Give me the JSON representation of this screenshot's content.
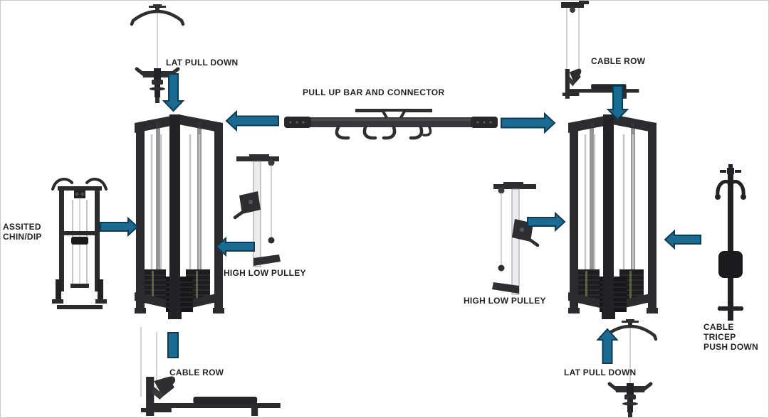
{
  "title": "Gym tower attachment diagram",
  "colors": {
    "background": "#ffffff",
    "arrow_fill": "#1a6a91",
    "arrow_outline": "#0d3a55",
    "machine_dark": "#2c2c2f",
    "guide_rod_light": "#c6c6c9",
    "label_text": "#242427"
  },
  "labels": {
    "lat_pull_down_top_left": "LAT PULL DOWN",
    "pull_up_bar_connector": "PULL UP BAR AND CONNECTOR",
    "cable_row_top_right": "CABLE ROW",
    "assisted_chin_dip": "ASSITED\nCHIN/DIP",
    "high_low_pulley_left": "HIGH LOW PULLEY",
    "high_low_pulley_right": "HIGH LOW PULLEY",
    "cable_tricep_push_down": "CABLE TRICEP\nPUSH DOWN",
    "cable_row_bottom_left": "CABLE ROW",
    "lat_pull_down_bottom_right": "LAT PULL DOWN"
  },
  "stations": [
    {
      "label": "LAT PULL DOWN",
      "position": "top-left",
      "arrow": "down",
      "target": "left-tower"
    },
    {
      "label": "PULL UP BAR AND CONNECTOR",
      "position": "top-center",
      "arrow": "left-and-right",
      "target": "both-towers"
    },
    {
      "label": "CABLE ROW",
      "position": "top-right",
      "arrow": "down",
      "target": "right-tower"
    },
    {
      "label": "ASSITED CHIN/DIP",
      "position": "left",
      "arrow": "right",
      "target": "left-tower"
    },
    {
      "label": "HIGH LOW PULLEY",
      "position": "center-left",
      "arrow": "left",
      "target": "left-tower"
    },
    {
      "label": "HIGH LOW PULLEY",
      "position": "center-right",
      "arrow": "right",
      "target": "right-tower"
    },
    {
      "label": "CABLE TRICEP PUSH DOWN",
      "position": "far-right",
      "arrow": "left",
      "target": "right-tower"
    },
    {
      "label": "CABLE ROW",
      "position": "bottom-left",
      "arrow": "up",
      "target": "left-tower"
    },
    {
      "label": "LAT PULL DOWN",
      "position": "bottom-right",
      "arrow": "up",
      "target": "right-tower"
    }
  ]
}
